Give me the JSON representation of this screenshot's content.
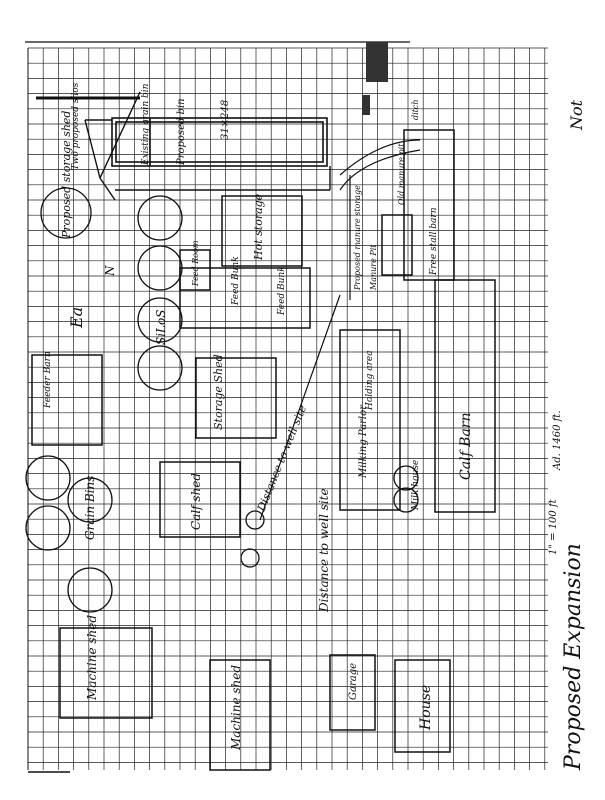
{
  "sheet": {
    "title": "Proposed Expansion",
    "scale_note": "1\" = 100 ft",
    "corner_note": "Not",
    "north_marker": "N",
    "ink": "#111111",
    "grid_color": "#222222"
  },
  "labels": {
    "two_proposed_silos": "Two proposed silos",
    "proposed_storage_shed": "Proposed storage shed",
    "existing_grain_bin": "Existing grain bin",
    "proposed_bin": "Proposed bin",
    "size": "31×248",
    "hot_storage": "Hot storage",
    "feed_room": "Feed Room",
    "feed_bunk_1": "Feed Bunk",
    "feed_bunk_2": "Feed Bunk",
    "silos": "SiLoS",
    "ea": "Ea",
    "feeder_barn": "Feeder Barn",
    "storage_shed": "Storage Shed",
    "distance_to_well": "Distance to well site",
    "distance_to_well_2": "Distance to well site",
    "grain_bins": "Grain Bins",
    "calf_shed": "Calf shed",
    "machine_shed_1": "Machine shed",
    "machine_shed_2": "Machine shed",
    "garage": "Garage",
    "house": "House",
    "milking_parlor": "Milking Parlor",
    "holding_area": "Holding area",
    "milk_house": "Milk house",
    "calf_barn": "Calf Barn",
    "free_stall_barn": "Free stall barn",
    "proposed_manure_storage": "Proposed manure storage",
    "manure_pit": "Manure Pit",
    "old_manure_pit": "Old manure pit",
    "ditch": "ditch",
    "ad_note": "Ad. 1460 ft."
  }
}
